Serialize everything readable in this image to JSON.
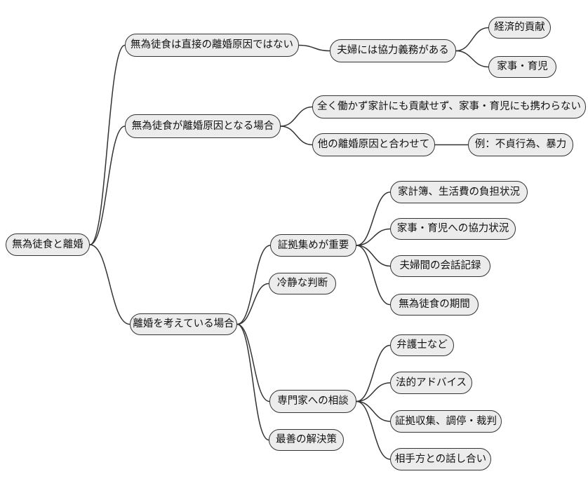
{
  "style": {
    "background": "#ffffff",
    "node_fill": "#ececec",
    "node_border": "#333333",
    "edge_color": "#333333"
  },
  "diagram": {
    "type": "mindmap",
    "root": {
      "label": "無為徒食と離婚"
    },
    "branches": [
      {
        "label": "無為徒食は直接の離婚原因ではない",
        "children": [
          {
            "label": "夫婦には協力義務がある",
            "children": [
              {
                "label": "経済的貢献"
              },
              {
                "label": "家事・育児"
              }
            ]
          }
        ]
      },
      {
        "label": "無為徒食が離婚原因となる場合",
        "children": [
          {
            "label": "全く働かず家計にも貢献せず、家事・育児にも携わらない"
          },
          {
            "label": "他の離婚原因と合わせて",
            "children": [
              {
                "label": "例：不貞行為、暴力"
              }
            ]
          }
        ]
      },
      {
        "label": "離婚を考えている場合",
        "children": [
          {
            "label": "証拠集めが重要",
            "children": [
              {
                "label": "家計簿、生活費の負担状況"
              },
              {
                "label": "家事・育児への協力状況"
              },
              {
                "label": "夫婦間の会話記録"
              },
              {
                "label": "無為徒食の期間"
              }
            ]
          },
          {
            "label": "冷静な判断"
          },
          {
            "label": "専門家への相談",
            "children": [
              {
                "label": "弁護士など"
              },
              {
                "label": "法的アドバイス"
              },
              {
                "label": "証拠収集、調停・裁判"
              },
              {
                "label": "相手方との話し合い"
              }
            ]
          },
          {
            "label": "最善の解決策"
          }
        ]
      }
    ]
  }
}
